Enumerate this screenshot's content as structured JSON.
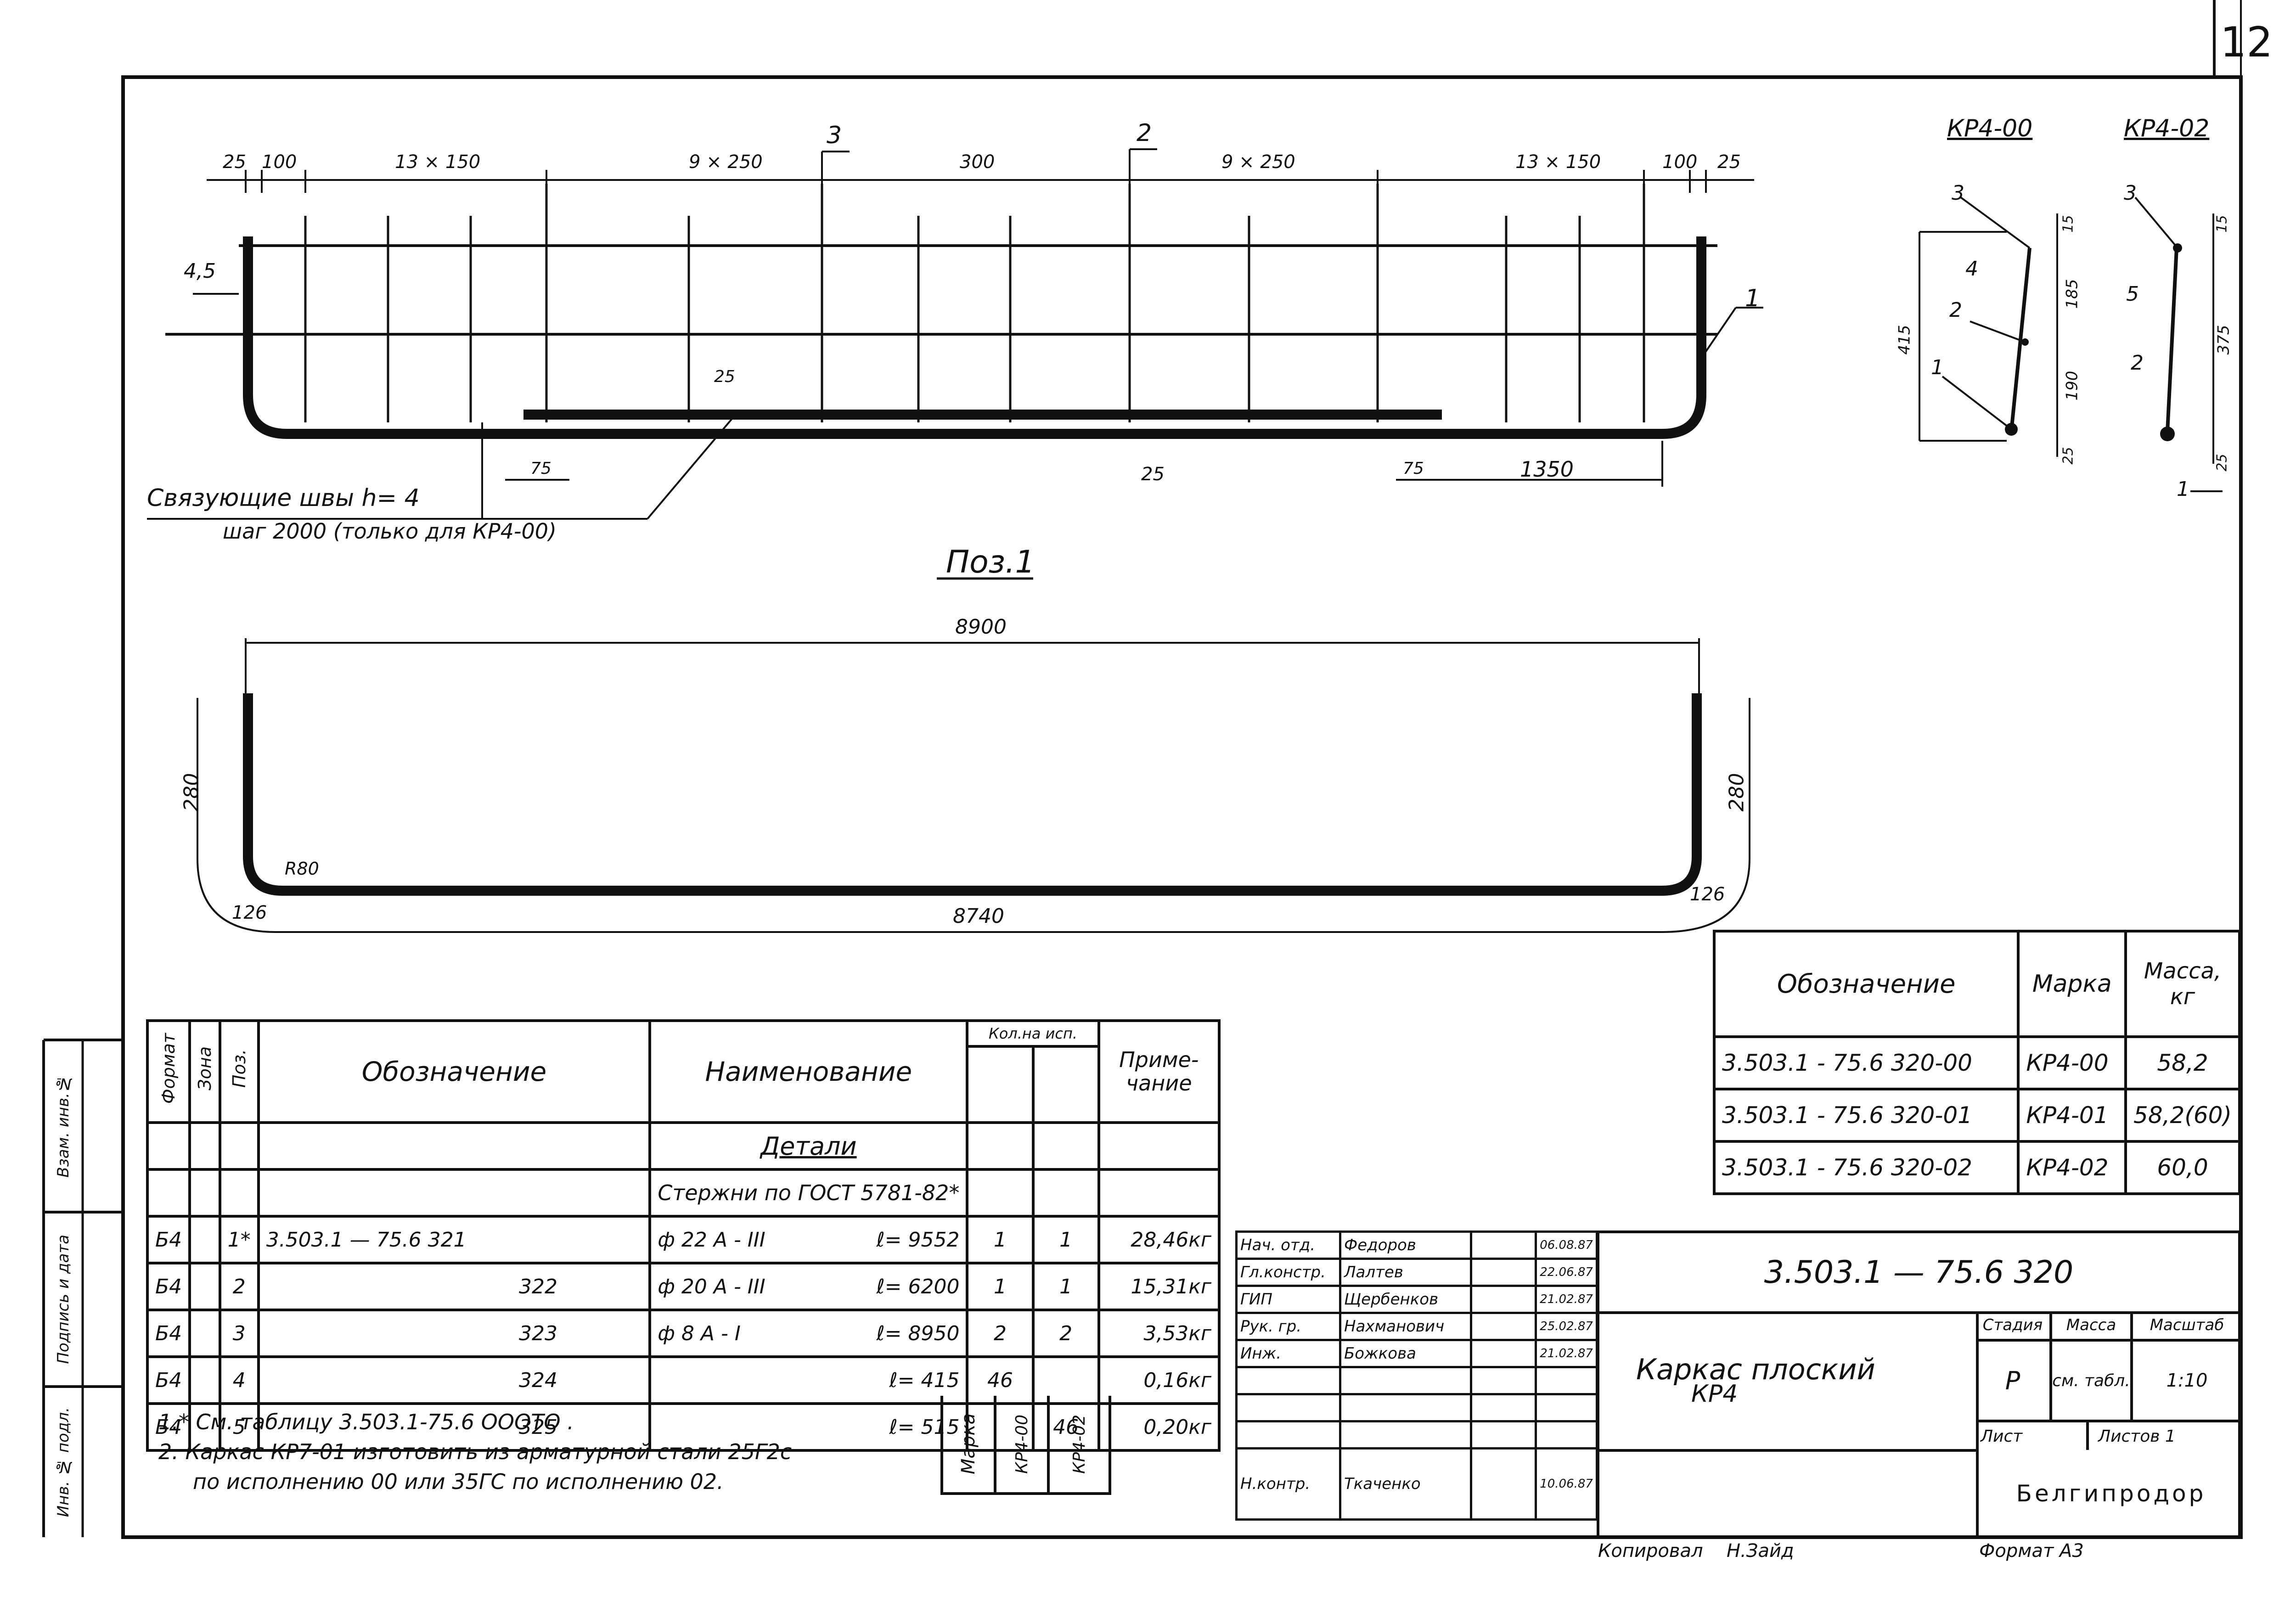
{
  "sheet": {
    "number": "12",
    "format": "Формат А3",
    "copied_by": "Копировал",
    "copier_sign": "Н.Зайд"
  },
  "drawing": {
    "top_view": {
      "dims": [
        "25",
        "100",
        "13 × 150",
        "9 × 250",
        "300",
        "9 × 250",
        "13 × 150",
        "100",
        "25"
      ],
      "pos_labels": [
        "3",
        "2",
        "1"
      ],
      "left_offset": "4,5",
      "weld_dims": [
        "25",
        "75",
        "25",
        "75",
        "1350"
      ],
      "note_line1": "Связующие швы h= 4",
      "note_line2": "шаг 2000 (только для КР4-00)"
    },
    "pos_title": "Поз.1",
    "bottom_view": {
      "overall": "8900",
      "inner": "8740",
      "left_h": "280",
      "right_h": "280",
      "radius": "R80",
      "left_arc": "126",
      "right_arc": "126"
    },
    "sections": {
      "kr400": {
        "title": "КР4-00",
        "labels": [
          "3",
          "4",
          "2",
          "1"
        ],
        "dims": [
          "415",
          "15",
          "185",
          "190",
          "25"
        ]
      },
      "kr402": {
        "title": "КР4-02",
        "labels": [
          "3",
          "5",
          "2",
          "1"
        ],
        "dims": [
          "15",
          "375",
          "25"
        ]
      }
    }
  },
  "mark_table": {
    "headers": [
      "Обозначение",
      "Марка",
      "Масса, кг"
    ],
    "rows": [
      [
        "3.503.1 - 75.6  320-00",
        "КР4-00",
        "58,2"
      ],
      [
        "3.503.1 - 75.6  320-01",
        "КР4-01",
        "58,2(60)"
      ],
      [
        "3.503.1 - 75.6  320-02",
        "КР4-02",
        "60,0"
      ]
    ]
  },
  "spec": {
    "headers": {
      "format": "Формат",
      "zone": "Зона",
      "pos": "Поз.",
      "designation": "Обозначение",
      "name": "Наименование",
      "qty": "Кол.на исп.",
      "note": "Приме-чание"
    },
    "section_title": "Детали",
    "subsection": "Стержни по ГОСТ 5781-82*",
    "rows": [
      {
        "format": "Б4",
        "zone": "",
        "pos": "1*",
        "des": "3.503.1 — 75.6   321",
        "name": "ф 22 А - III",
        "len": "ℓ= 9552",
        "q1": "1",
        "q2": "1",
        "note": "28,46кг"
      },
      {
        "format": "Б4",
        "zone": "",
        "pos": "2",
        "des": "322",
        "name": "ф 20 А - III",
        "len": "ℓ= 6200",
        "q1": "1",
        "q2": "1",
        "note": "15,31кг"
      },
      {
        "format": "Б4",
        "zone": "",
        "pos": "3",
        "des": "323",
        "name": "ф 8 А - I",
        "len": "ℓ= 8950",
        "q1": "2",
        "q2": "2",
        "note": "3,53кг"
      },
      {
        "format": "Б4",
        "zone": "",
        "pos": "4",
        "des": "324",
        "name": "",
        "len": "ℓ= 415",
        "q1": "46",
        "q2": "",
        "note": "0,16кг"
      },
      {
        "format": "Б4",
        "zone": "",
        "pos": "5",
        "des": "325",
        "name": "",
        "len": "ℓ= 515",
        "q1": "",
        "q2": "46",
        "note": "0,20кг"
      }
    ],
    "footer": {
      "mark_label": "Марка",
      "mark1": "КР4-00",
      "mark2": "КР4-02"
    }
  },
  "notes": [
    "1.* См. таблицу 3.503.1-75.6 ОООТО .",
    "2.  Каркас КР7-01 изготовить из арматурной стали 25Г2с",
    "по исполнению 00 или 35ГС по исполнению  02."
  ],
  "side_strip": [
    "Инв. № подл.",
    "Подпись и дата",
    "Взам. инв.№"
  ],
  "title_block": {
    "people": [
      {
        "role": "Нач. отд.",
        "name": "Федоров",
        "date": "06.08.87"
      },
      {
        "role": "Гл.констр.",
        "name": "Лалтев",
        "date": "22.06.87"
      },
      {
        "role": "ГИП",
        "name": "Щербенков",
        "date": "21.02.87"
      },
      {
        "role": "Рук. гр.",
        "name": "Нахманович",
        "date": "25.02.87"
      },
      {
        "role": "Инж.",
        "name": "Божкова",
        "date": "21.02.87"
      },
      {
        "role": "",
        "name": "",
        "date": ""
      },
      {
        "role": "",
        "name": "",
        "date": ""
      },
      {
        "role": "",
        "name": "",
        "date": ""
      },
      {
        "role": "Н.контр.",
        "name": "Ткаченко",
        "date": "10.06.87"
      }
    ],
    "code": "3.503.1 — 75.6 320",
    "title_line1": "Каркас плоский",
    "title_line2": "КР4",
    "stage_h": "Стадия",
    "mass_h": "Масса",
    "scale_h": "Масштаб",
    "stage": "Р",
    "mass": "см. табл.",
    "scale": "1:10",
    "sheet_h": "Лист",
    "sheets_h": "Листов 1",
    "org": "Белгипродор"
  }
}
